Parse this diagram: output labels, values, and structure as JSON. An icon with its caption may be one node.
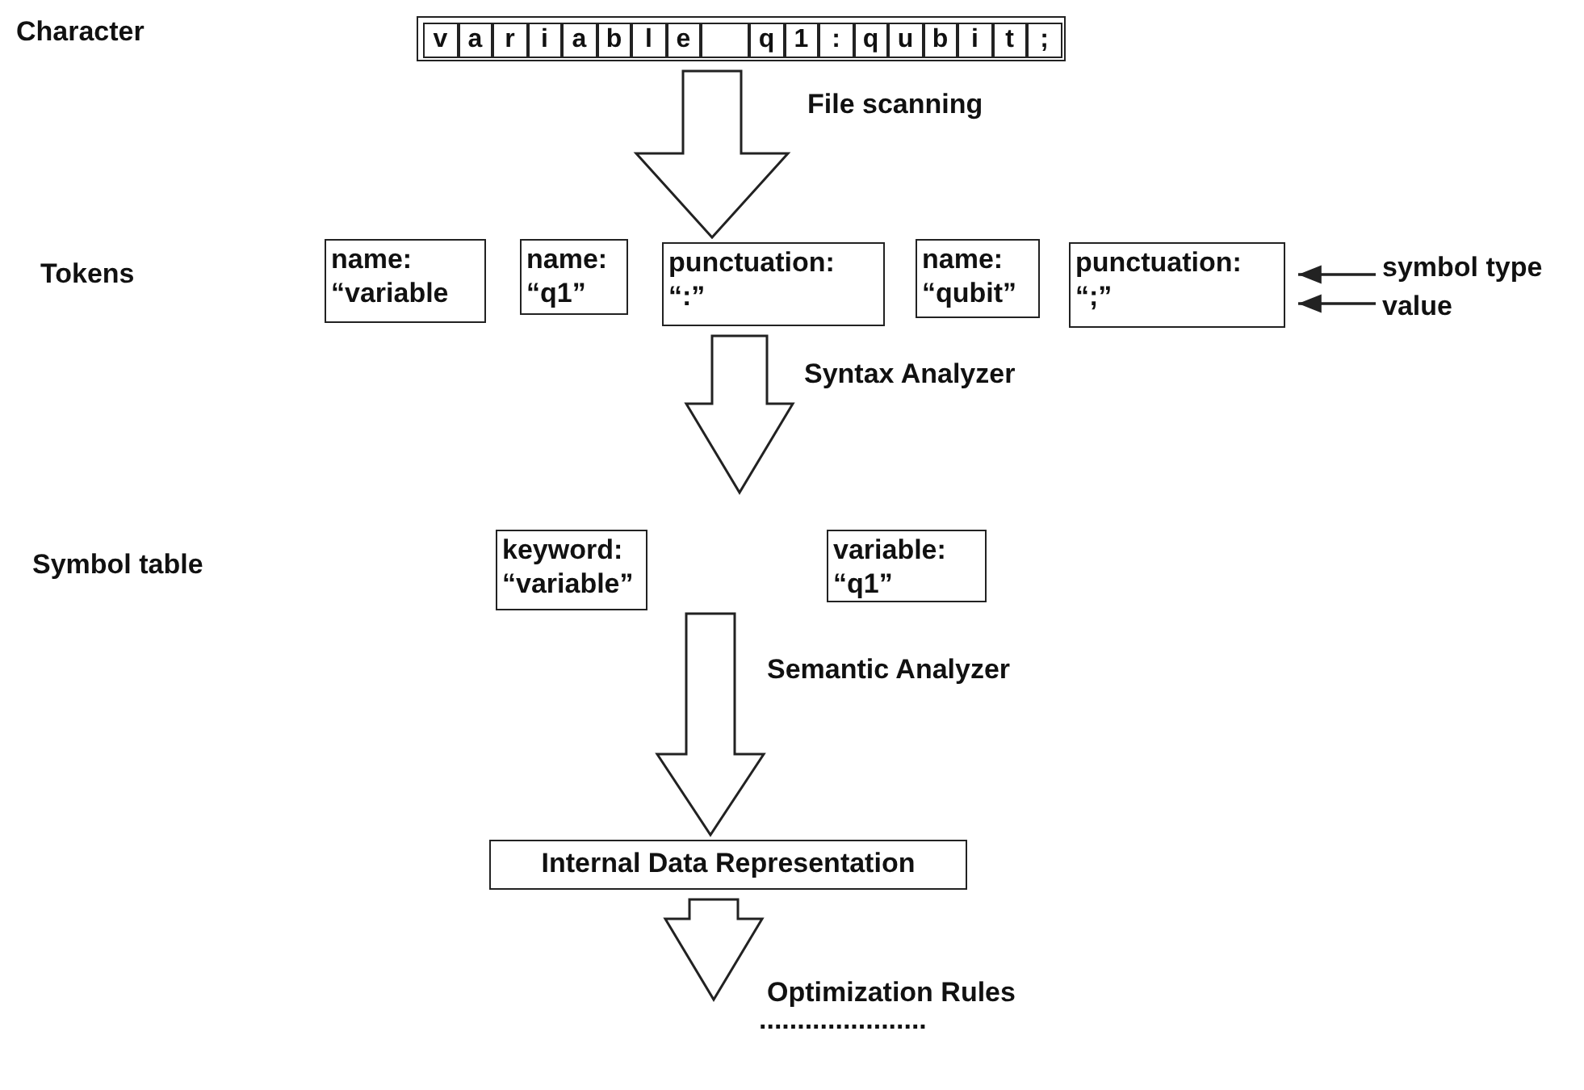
{
  "diagram": {
    "nodes": [
      {
        "text": [],
        "shape": "box"
      },
      {
        "text": [
          "v"
        ],
        "in": 0
      },
      {
        "text": [
          "a"
        ],
        "in": 0
      },
      {
        "text": [
          "r"
        ],
        "in": 0
      },
      {
        "text": [
          "i"
        ],
        "in": 0
      },
      {
        "text": [
          "a"
        ],
        "in": 0
      },
      {
        "text": [
          "b"
        ],
        "in": 0
      },
      {
        "text": [
          "l"
        ],
        "in": 0
      },
      {
        "text": [
          "e"
        ],
        "in": 0
      },
      {
        "text": [],
        "shape": "box",
        "in": 0
      },
      {
        "text": [
          "q"
        ],
        "in": 0
      },
      {
        "text": [
          "1"
        ],
        "in": 0
      },
      {
        "text": [
          ":"
        ],
        "in": 0
      },
      {
        "text": [
          "q"
        ],
        "in": 0
      },
      {
        "text": [
          "u"
        ],
        "in": 0
      },
      {
        "text": [
          "b"
        ],
        "in": 0
      },
      {
        "text": [
          "i"
        ],
        "in": 0
      },
      {
        "text": [
          "t"
        ],
        "in": 0
      },
      {
        "text": [
          ";"
        ],
        "in": 0
      },
      {
        "text": [
          "name:",
          "“variable"
        ]
      },
      {
        "text": [
          "name:",
          "“q1”"
        ]
      },
      {
        "text": [
          "punctuation:",
          "“:”"
        ]
      },
      {
        "text": [
          "name:",
          "“qubit”"
        ]
      },
      {
        "text": [
          "punctuation:",
          "“;”"
        ]
      },
      {
        "text": [
          "symbol type"
        ]
      },
      {
        "text": [
          "value"
        ]
      },
      {
        "text": [
          "keyword:",
          "“variable”"
        ]
      },
      {
        "text": [
          "variable:",
          "“q1”"
        ]
      },
      {
        "text": [
          "Internal Data Representation"
        ]
      },
      {
        "text": [
          "......................"
        ]
      }
    ],
    "edges": [
      {
        "from": 0,
        "to": 21,
        "arrow": "to",
        "label": "File scanning"
      },
      {
        "from": 21,
        "to": null,
        "arrow": "to",
        "label": "Syntax Analyzer"
      },
      {
        "from": null,
        "to": 28,
        "arrow": "to",
        "label": "Semantic Analyzer"
      },
      {
        "from": 28,
        "to": 29,
        "arrow": "to",
        "label": "Optimization Rules"
      },
      {
        "from": 24,
        "to": 23,
        "arrow": "to"
      },
      {
        "from": 25,
        "to": 23,
        "arrow": "to"
      }
    ],
    "labels": [
      "Character",
      "Tokens",
      "Symbol table"
    ]
  }
}
